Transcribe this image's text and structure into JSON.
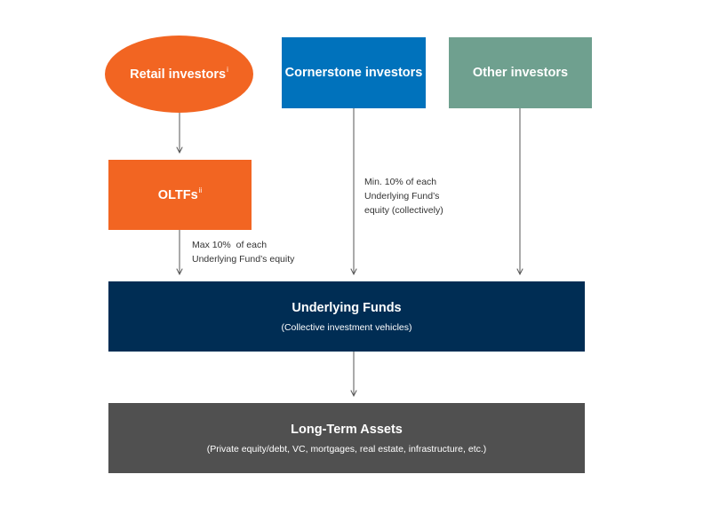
{
  "nodes": {
    "retail": {
      "label": "Retail investors",
      "sup": "i",
      "color": "#f26522"
    },
    "cornerstone": {
      "label": "Cornerstone investors",
      "color": "#0072bc"
    },
    "other": {
      "label": "Other investors",
      "color": "#6fa08f"
    },
    "oltf": {
      "label": "OLTFs",
      "sup": "ii",
      "color": "#f26522"
    },
    "underlying": {
      "label": "Underlying Funds",
      "sublabel": "(Collective investment vehicles)",
      "color": "#002d54"
    },
    "assets": {
      "label": "Long-Term Assets",
      "sublabel": "(Private equity/debt, VC, mortgages, real estate, infrastructure, etc.)",
      "color": "#505050"
    }
  },
  "edges": {
    "oltf_to_underlying": {
      "label": "Max 10%  of each\nUnderlying Fund’s equity"
    },
    "cornerstone_to_underlying": {
      "label": "Min. 10% of each\nUnderlying Fund’s\nequity (collectively)"
    }
  },
  "arrow_color": "#555555"
}
